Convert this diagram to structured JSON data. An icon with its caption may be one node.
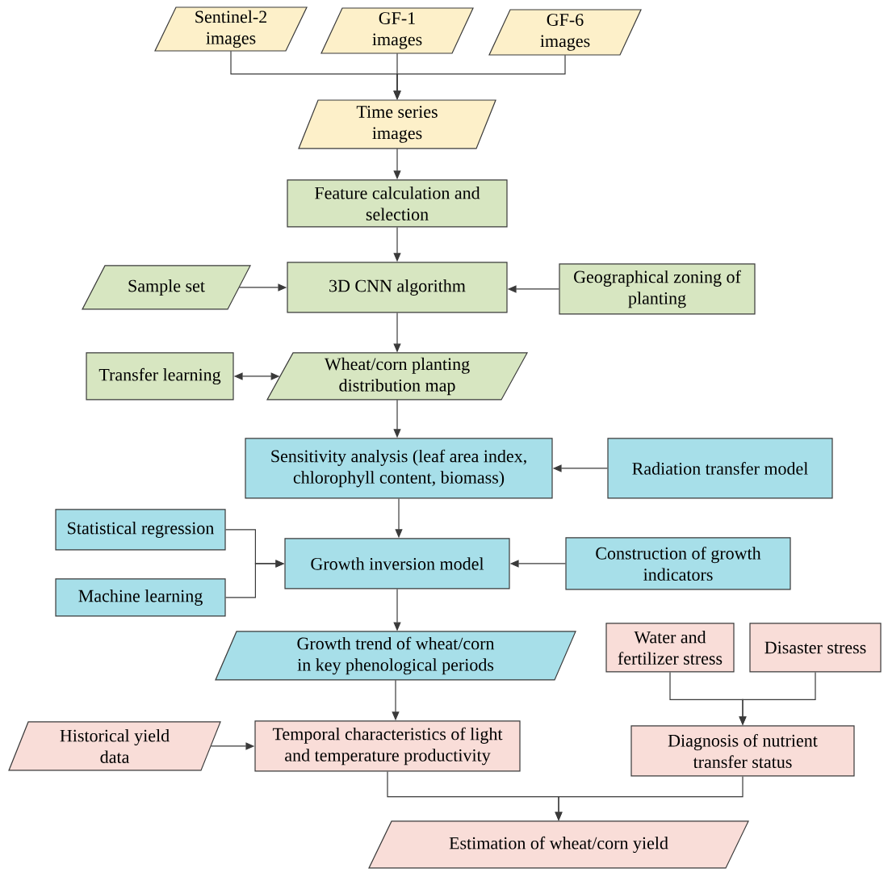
{
  "diagram": {
    "nodes": [
      {
        "text": [
          "Sentinel-2 images"
        ]
      },
      {
        "text": [
          "GF-1 images"
        ]
      },
      {
        "text": [
          "GF-6 images"
        ]
      },
      {
        "text": [
          "Time series images"
        ]
      },
      {
        "text": [
          "Feature calculation and selection"
        ]
      },
      {
        "text": [
          "Sample set"
        ]
      },
      {
        "text": [
          "3D CNN algorithm"
        ]
      },
      {
        "text": [
          "Geographical zoning of planting"
        ]
      },
      {
        "text": [
          "Transfer learning"
        ]
      },
      {
        "text": [
          "Wheat/corn planting distribution map"
        ]
      },
      {
        "text": [
          "Sensitivity analysis (leaf area index, chlorophyll content, biomass)"
        ]
      },
      {
        "text": [
          "Radiation transfer model"
        ]
      },
      {
        "text": [
          "Statistical regression"
        ]
      },
      {
        "text": [
          "Growth inversion model"
        ]
      },
      {
        "text": [
          "Construction of growth indicators"
        ]
      },
      {
        "text": [
          "Machine learning"
        ]
      },
      {
        "text": [
          "Growth trend of wheat/corn in key phenological periods"
        ]
      },
      {
        "text": [
          "Water and fertilizer stress"
        ]
      },
      {
        "text": [
          "Disaster stress"
        ]
      },
      {
        "text": [
          "Historical yield data"
        ]
      },
      {
        "text": [
          "Temporal characteristics of light and temperature productivity"
        ]
      },
      {
        "text": [
          "Diagnosis of nutrient transfer status"
        ]
      },
      {
        "text": [
          "Estimation of wheat/corn yield"
        ]
      }
    ],
    "edges": [
      {
        "from": 0,
        "to": 3,
        "arrow": "to"
      },
      {
        "from": 1,
        "to": 3,
        "arrow": "to"
      },
      {
        "from": 2,
        "to": 3,
        "arrow": "to"
      },
      {
        "from": 3,
        "to": 4,
        "arrow": "to"
      },
      {
        "from": 4,
        "to": 6,
        "arrow": "to"
      },
      {
        "from": 5,
        "to": 6,
        "arrow": "to"
      },
      {
        "from": 7,
        "to": 6,
        "arrow": "to"
      },
      {
        "from": 6,
        "to": 9,
        "arrow": "to"
      },
      {
        "from": 8,
        "to": 9,
        "arrow": "both"
      },
      {
        "from": 9,
        "to": 10,
        "arrow": "to"
      },
      {
        "from": 11,
        "to": 10,
        "arrow": "to"
      },
      {
        "from": 10,
        "to": 13,
        "arrow": "to"
      },
      {
        "from": 12,
        "to": 13,
        "arrow": "to"
      },
      {
        "from": 15,
        "to": 13,
        "arrow": "to"
      },
      {
        "from": 14,
        "to": 13,
        "arrow": "to"
      },
      {
        "from": 13,
        "to": 16,
        "arrow": "to"
      },
      {
        "from": 16,
        "to": 20,
        "arrow": "to"
      },
      {
        "from": 19,
        "to": 20,
        "arrow": "to"
      },
      {
        "from": 17,
        "to": 21,
        "arrow": "to"
      },
      {
        "from": 18,
        "to": 21,
        "arrow": "to"
      },
      {
        "from": 20,
        "to": 22,
        "arrow": "to"
      },
      {
        "from": 21,
        "to": 22,
        "arrow": "to"
      }
    ]
  }
}
